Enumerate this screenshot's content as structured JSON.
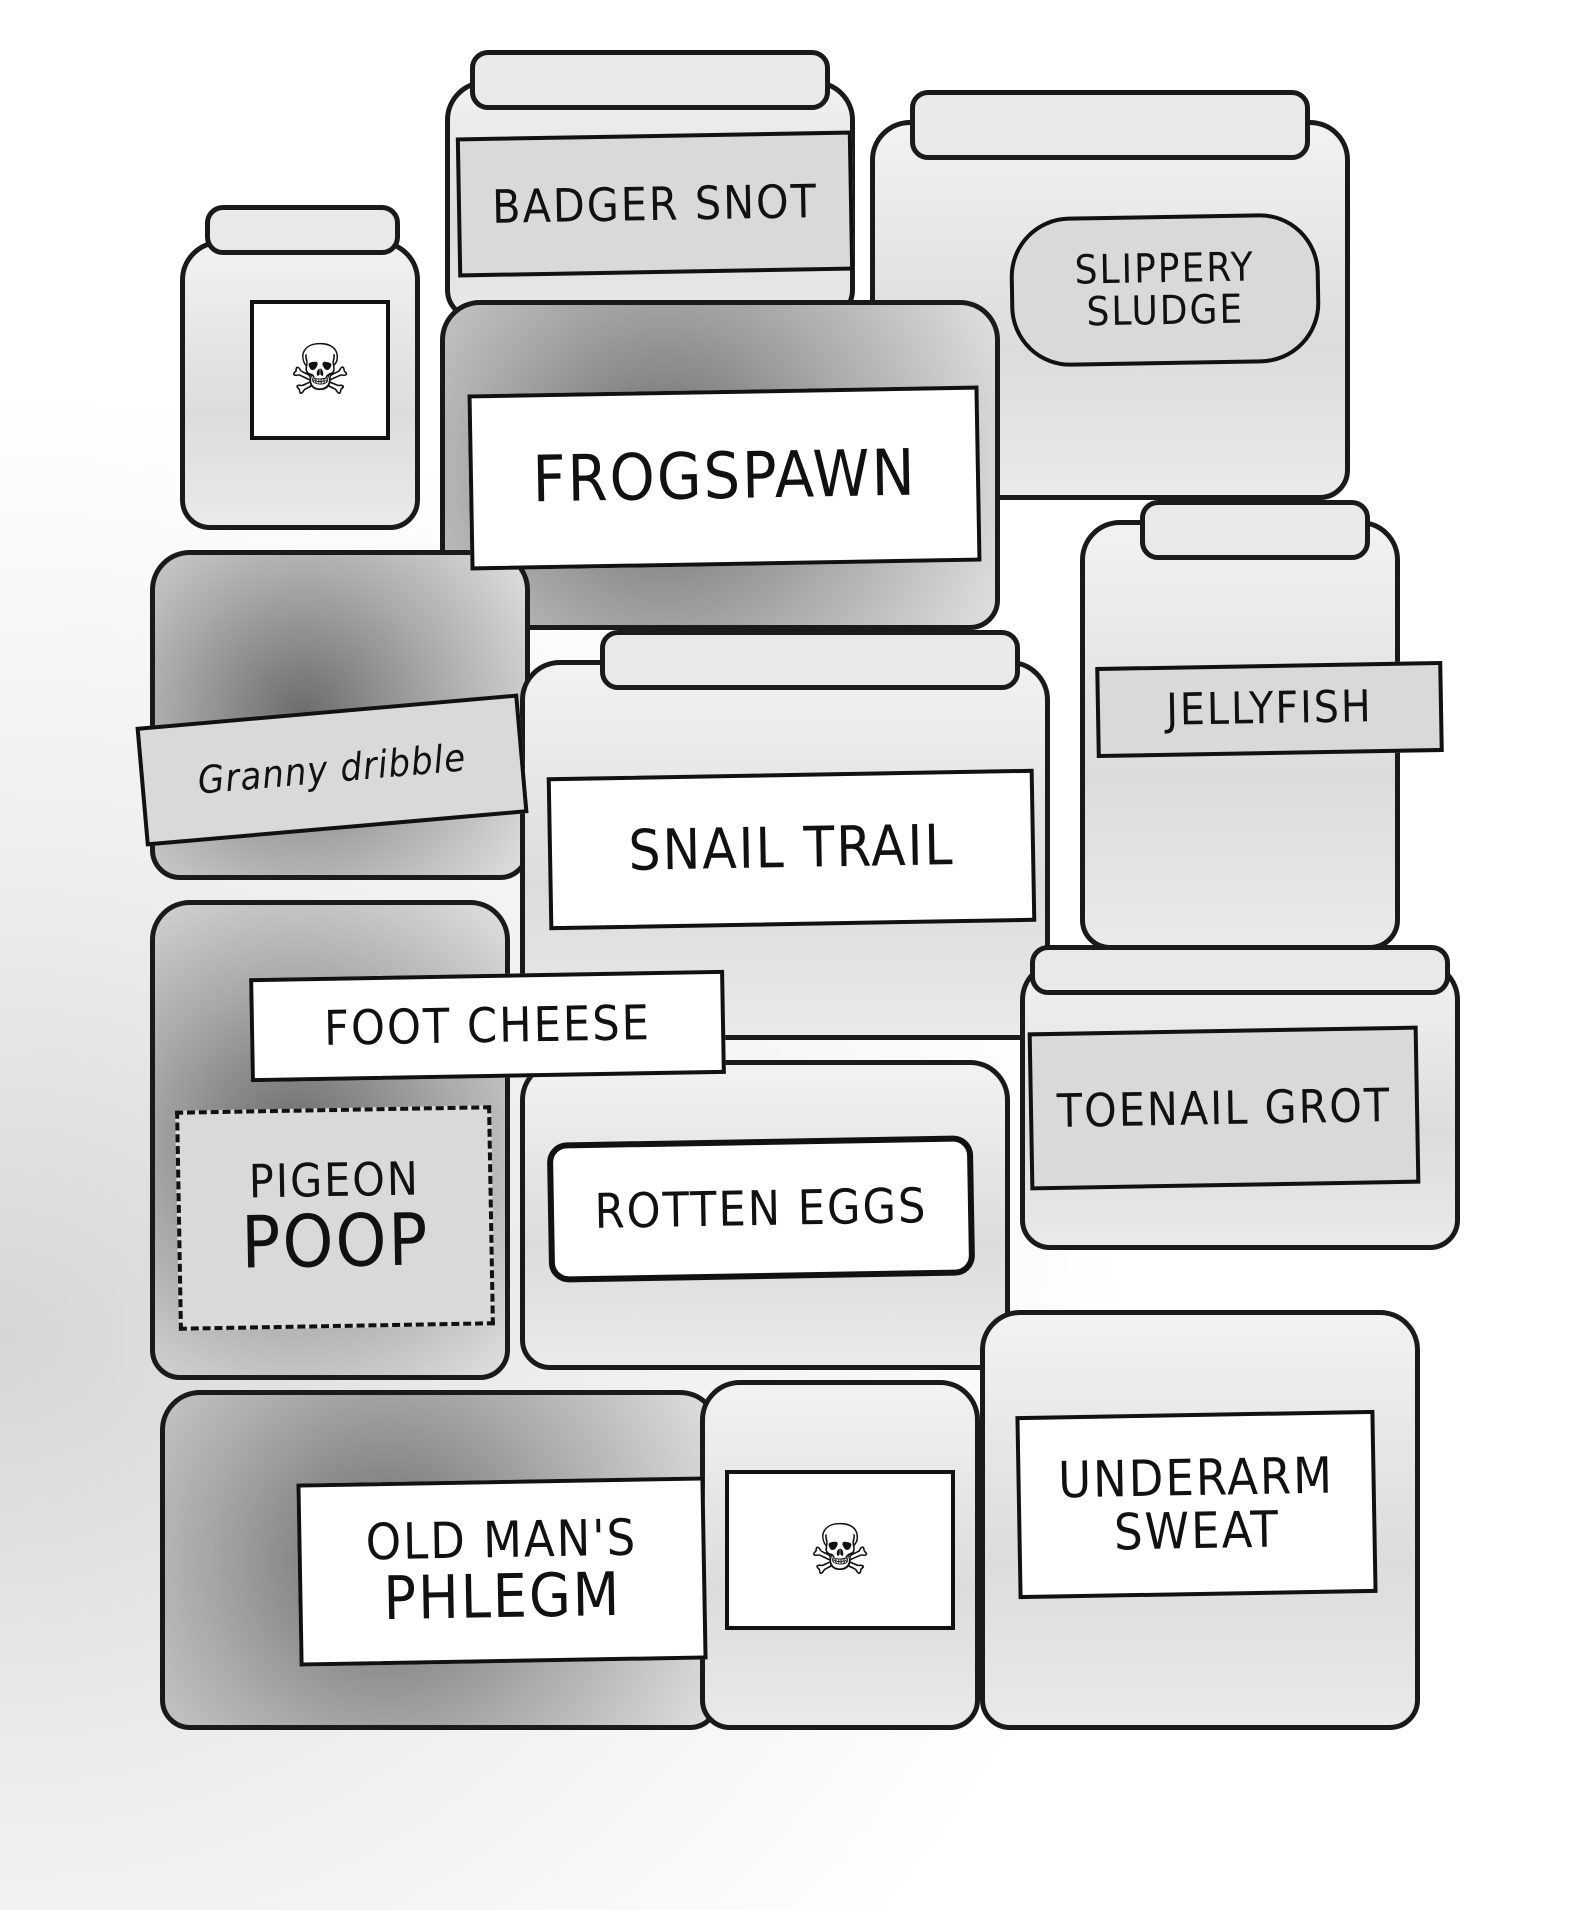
{
  "labels": {
    "badger_snot": "BADGER SNOT",
    "slippery_sludge": "SLIPPERY SLUDGE",
    "frogspawn": "FROGSPAWN",
    "granny_dribble": "Granny dribble",
    "jellyfish": "JELLYFISH",
    "snail_trail": "SNAIL TRAIL",
    "foot_cheese": "FOOT CHEESE",
    "toenail_grot": "TOENAIL GROT",
    "pigeon_poop_line1": "PIGEON",
    "pigeon_poop_line2": "POOP",
    "rotten_eggs": "ROTTEN EGGS",
    "old_mans_phlegm_line1": "OLD MAN'S",
    "old_mans_phlegm_line2": "PHLEGM",
    "underarm_sweat_line1": "UNDERARM",
    "underarm_sweat_line2": "SWEAT"
  },
  "icons": {
    "poison": "skull-and-crossbones-icon"
  }
}
